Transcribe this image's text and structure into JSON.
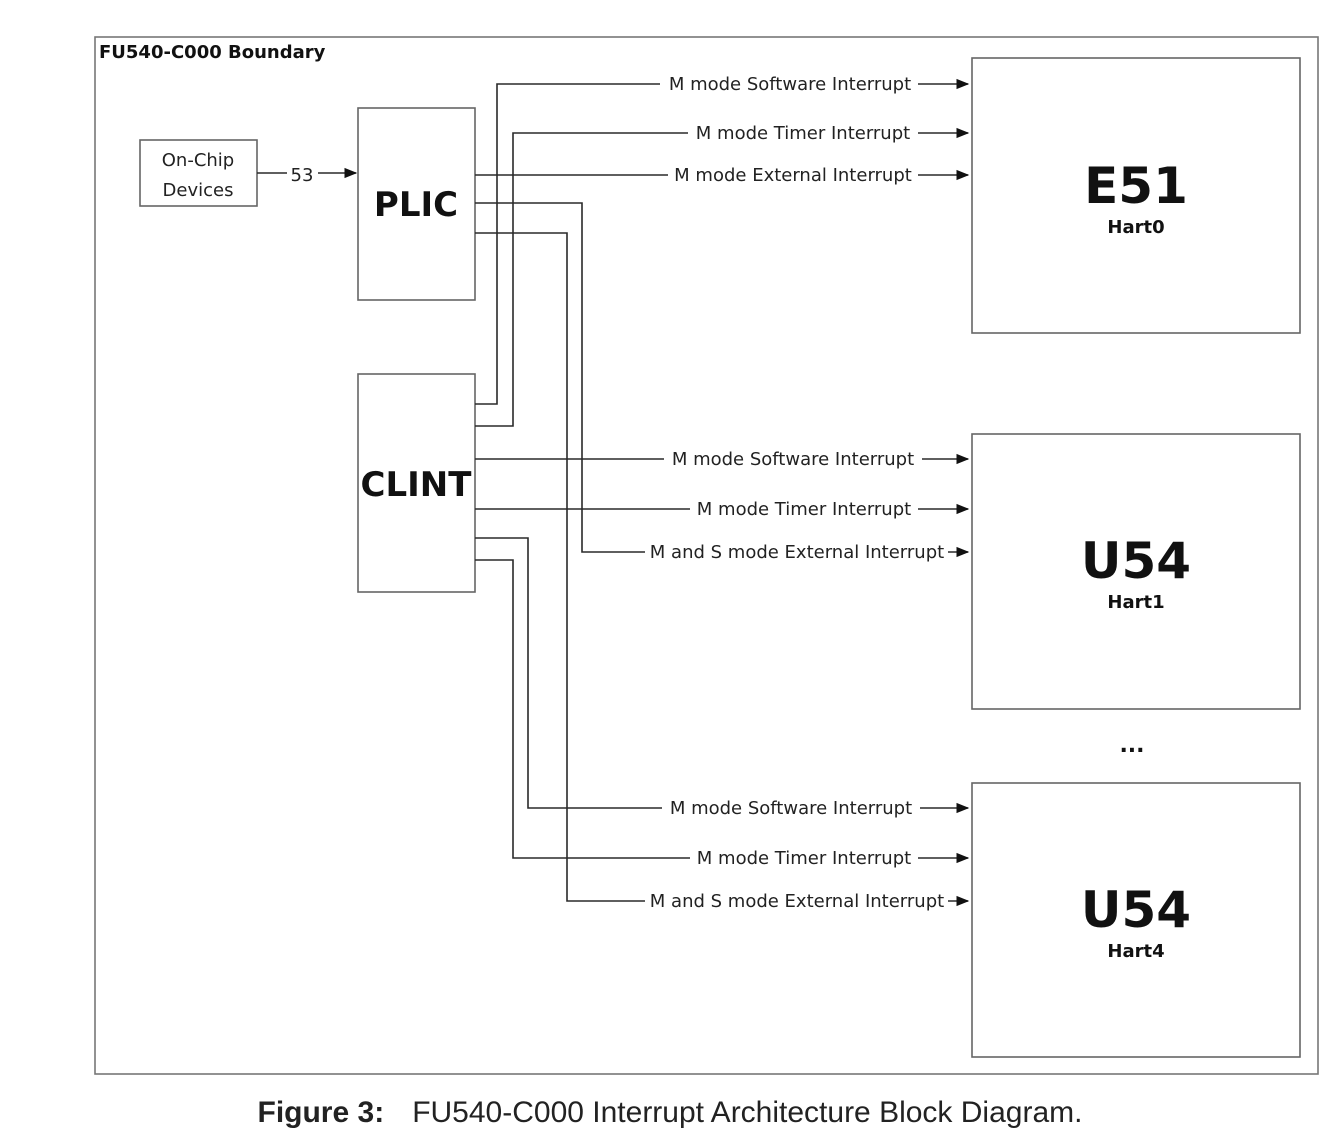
{
  "boundary_label": "FU540-C000 Boundary",
  "on_chip": {
    "line1": "On-Chip",
    "line2": "Devices"
  },
  "bus_count": "53",
  "plic": "PLIC",
  "clint": "CLINT",
  "harts": [
    {
      "core": "E51",
      "hart": "Hart0"
    },
    {
      "core": "U54",
      "hart": "Hart1"
    },
    {
      "core": "U54",
      "hart": "Hart4"
    }
  ],
  "ellipsis": "...",
  "signals": [
    "M mode Software Interrupt",
    "M mode Timer Interrupt",
    "M mode External Interrupt",
    "M mode Software Interrupt",
    "M mode Timer Interrupt",
    "M and S mode External Interrupt",
    "M mode Software Interrupt",
    "M mode Timer Interrupt",
    "M and S mode External Interrupt"
  ],
  "caption": {
    "label": "Figure 3:",
    "text": "FU540-C000 Interrupt Architecture Block Diagram."
  }
}
